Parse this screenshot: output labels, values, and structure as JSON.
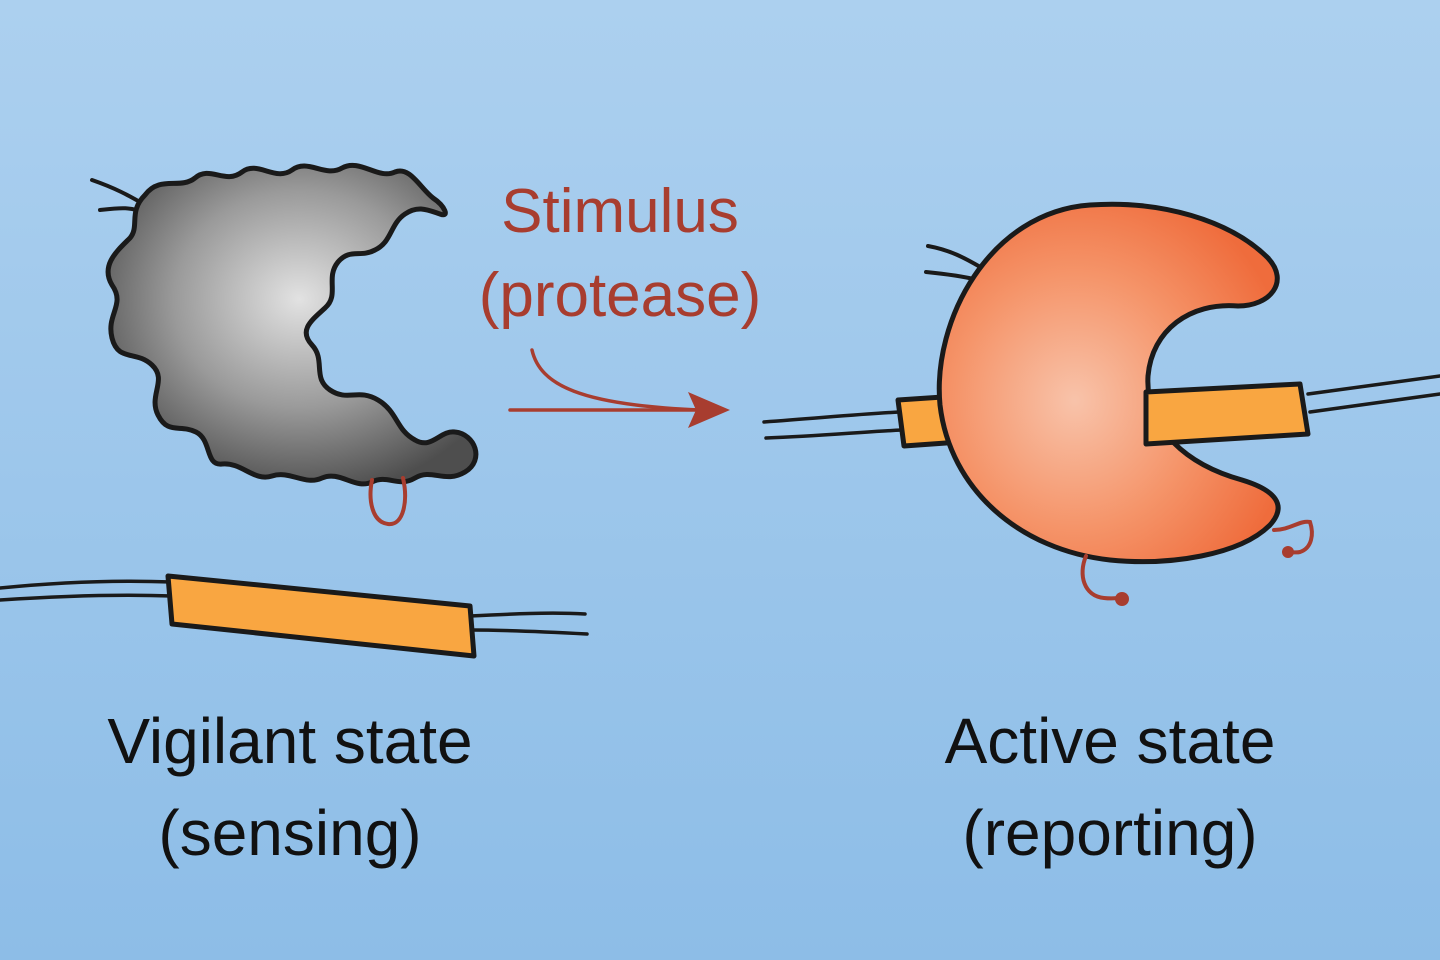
{
  "colors": {
    "background_top": "#acd0ef",
    "background_bottom": "#8dbde7",
    "stimulus_text": "#a83d2f",
    "caption_text": "#111111",
    "outline": "#1a1a1a",
    "vigilant_protein": "#8f8f8f",
    "active_protein": "#f27a4a",
    "peptide_bar": "#f9a641",
    "tether": "#a83d2f"
  },
  "stimulus": {
    "line1": "Stimulus",
    "line2": "(protease)"
  },
  "vigilant": {
    "line1": "Vigilant state",
    "line2": "(sensing)"
  },
  "active": {
    "line1": "Active state",
    "line2": "(reporting)"
  }
}
